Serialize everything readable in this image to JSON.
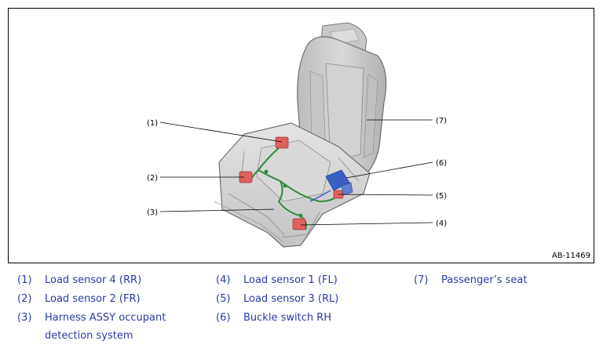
{
  "figure": {
    "id": "AB-11469",
    "callouts": [
      "(1)",
      "(2)",
      "(3)",
      "(4)",
      "(5)",
      "(6)",
      "(7)"
    ]
  },
  "legend": {
    "items": [
      {
        "num": "(1)",
        "text": "Load sensor 4 (RR)"
      },
      {
        "num": "(2)",
        "text": "Load sensor 2 (FR)"
      },
      {
        "num": "(3)",
        "text": "Harness ASSY occupant",
        "text2": "detection system"
      },
      {
        "num": "(4)",
        "text": "Load sensor 1 (FL)"
      },
      {
        "num": "(5)",
        "text": "Load sensor 3 (RL)"
      },
      {
        "num": "(6)",
        "text": "Buckle switch RH"
      },
      {
        "num": "(7)",
        "text": "Passenger’s seat"
      }
    ]
  },
  "colors": {
    "legend_text": "#2b3aa8",
    "sensor": "#e0605f",
    "harness": "#2f8a3a",
    "buckle": "#3a5fc4"
  }
}
